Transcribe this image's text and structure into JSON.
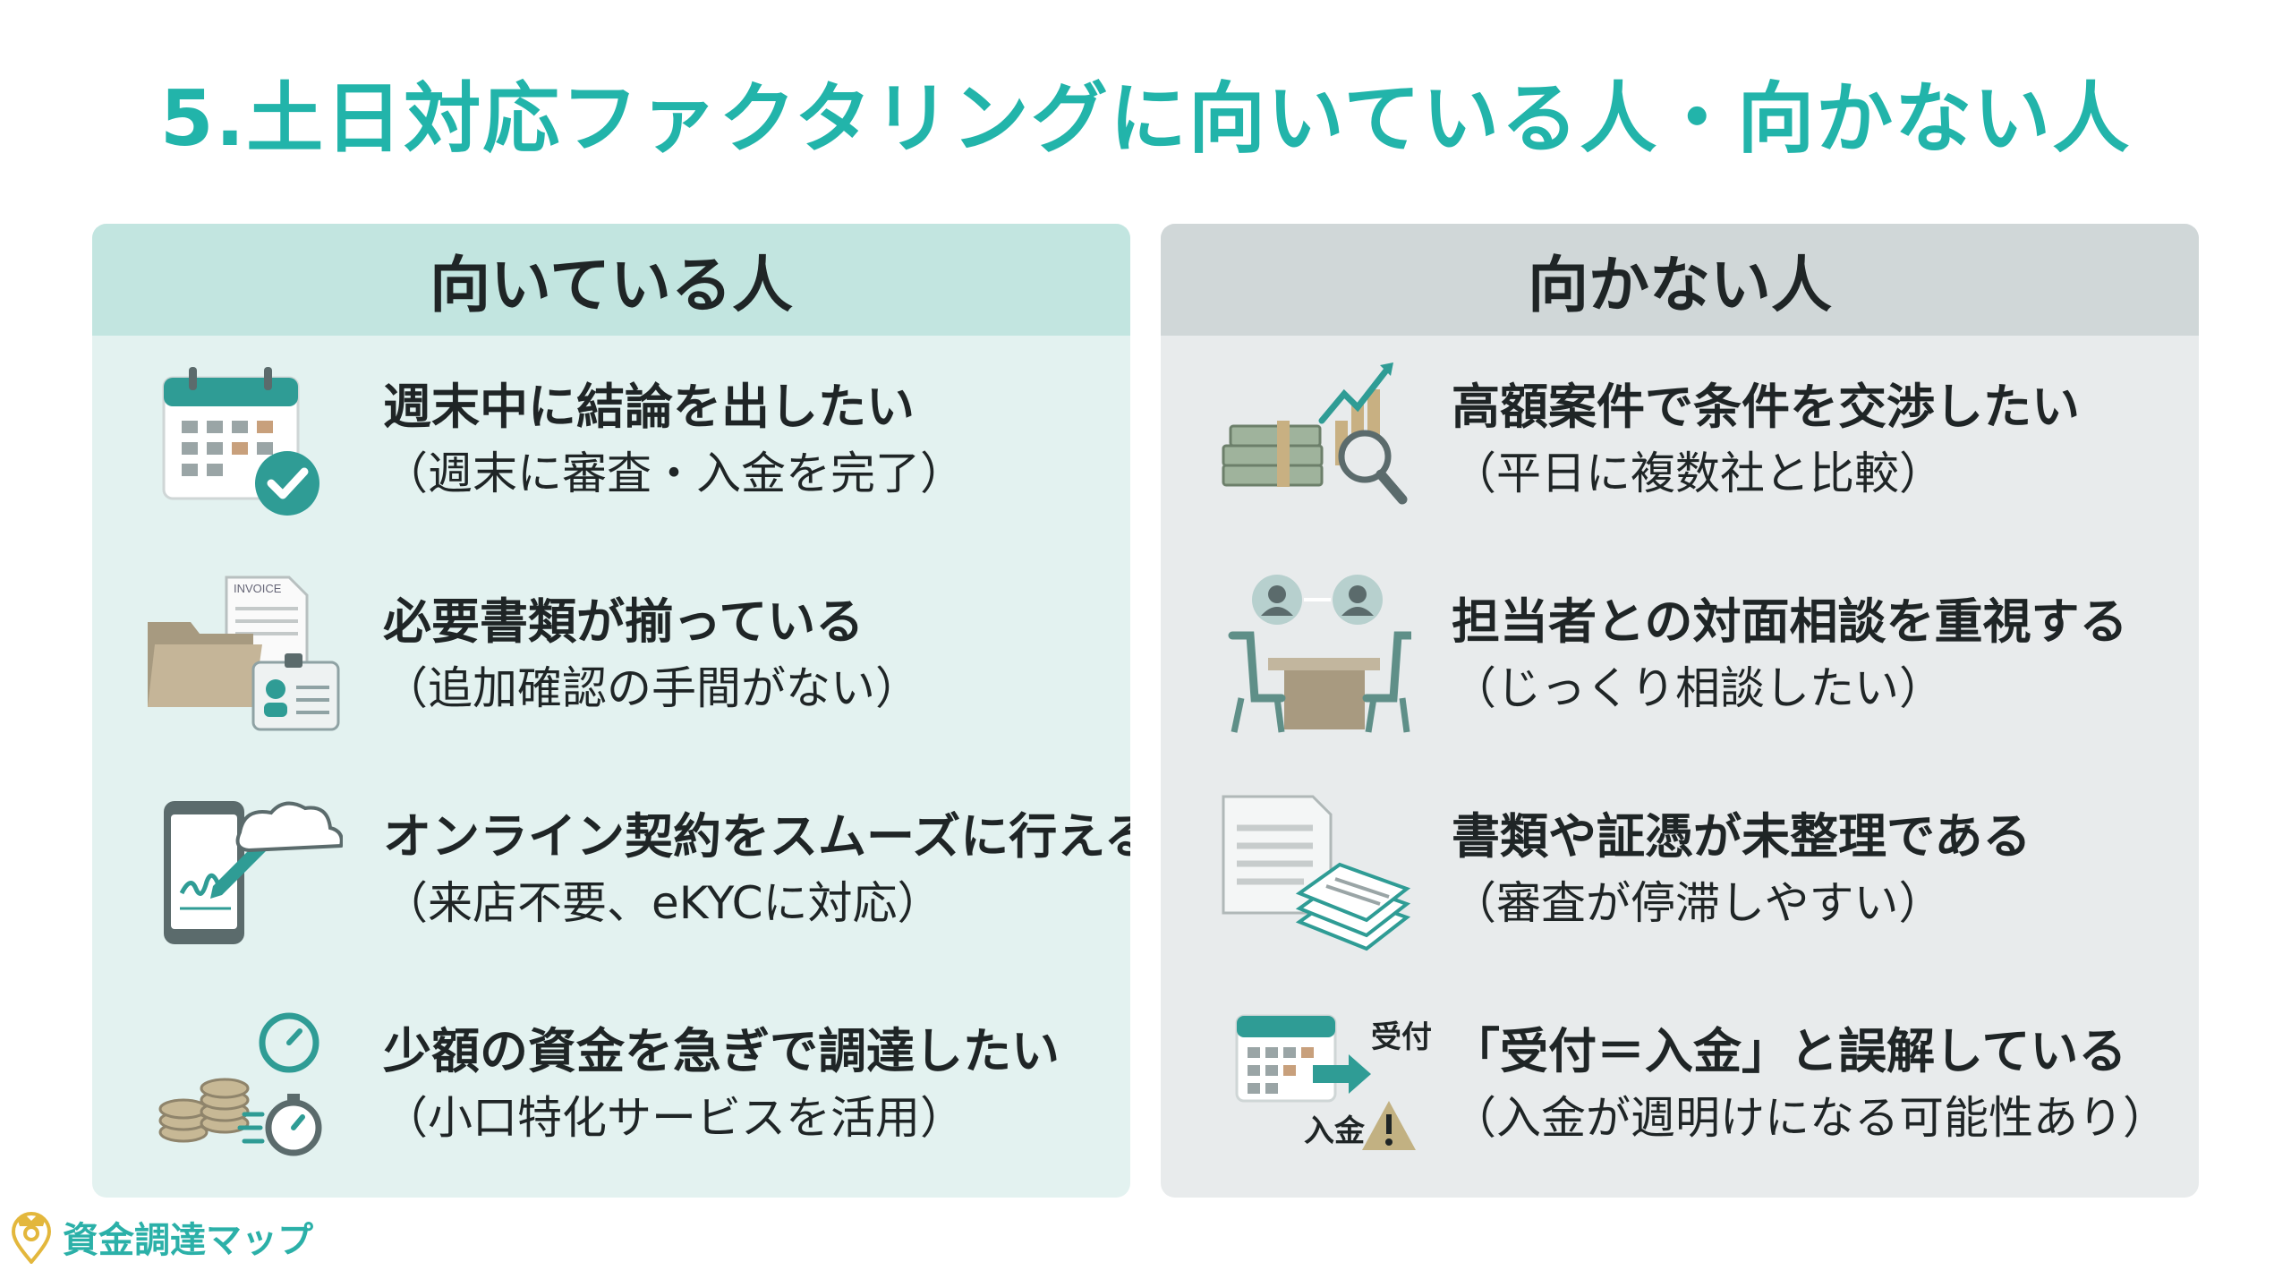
{
  "title": "5.土日対応ファクタリングに向いている人・向かない人",
  "good": {
    "heading": "向いている人",
    "items": [
      {
        "icon": "calendar-check-icon",
        "main": "週末中に結論を出したい",
        "sub": "（週末に審査・入金を完了）"
      },
      {
        "icon": "documents-folder-icon",
        "main": "必要書類が揃っている",
        "sub": "（追加確認の手間がない）",
        "icon_label": "INVOICE"
      },
      {
        "icon": "smartphone-signature-cloud-icon",
        "main": "オンライン契約をスムーズに行える",
        "sub": "（来店不要、eKYCに対応）"
      },
      {
        "icon": "coins-stopwatch-icon",
        "main": "少額の資金を急ぎで調達したい",
        "sub": "（小口特化サービスを活用）"
      }
    ]
  },
  "bad": {
    "heading": "向かない人",
    "items": [
      {
        "icon": "money-chart-magnifier-icon",
        "main": "高額案件で条件を交渉したい",
        "sub": "（平日に複数社と比較）"
      },
      {
        "icon": "meeting-table-icon",
        "main": "担当者との対面相談を重視する",
        "sub": "（じっくり相談したい）"
      },
      {
        "icon": "messy-papers-icon",
        "main": "書類や証憑が未整理である",
        "sub": "（審査が停滞しやすい）"
      },
      {
        "icon": "calendar-warning-icon",
        "main": "「受付＝入金」と誤解している",
        "sub": "（入金が週明けになる可能性あり）",
        "icon_label_top": "受付",
        "icon_label_bottom": "入金"
      }
    ]
  },
  "footer": {
    "brand": "資金調達マップ",
    "icon": "map-pin-crown-icon"
  },
  "colors": {
    "accent": "#22b4aa",
    "good_bg": "#e3f2f0",
    "good_head": "#c2e5e0",
    "bad_bg": "#e8ebec",
    "bad_head": "#d0d7d8"
  }
}
